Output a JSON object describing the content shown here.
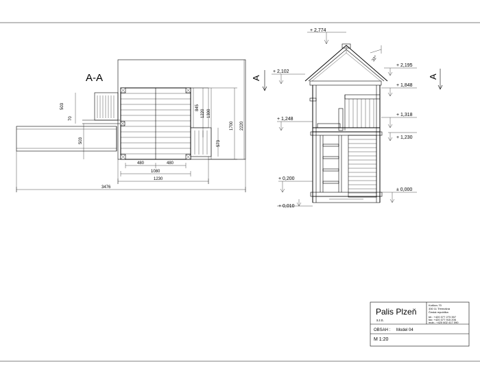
{
  "section_label": "A-A",
  "section_marker": "A",
  "plan_dimensions": {
    "d503_top": "503",
    "d70": "70",
    "d503_bottom": "503",
    "d845": "845",
    "d1220": "1220",
    "d1300": "1300",
    "d1700": "1700",
    "d2220": "2220",
    "d573": "573",
    "d480_left": "480",
    "d480_right": "480",
    "d1080": "1080",
    "d1230": "1230",
    "d3476": "3476"
  },
  "elevation_levels": {
    "l2774": "+ 2,774",
    "l2102": "+ 2,102",
    "l2195": "+ 2,195",
    "l1848": "+ 1,848",
    "l1248": "+ 1,248",
    "l1318": "+ 1,318",
    "l1230": "+ 1,230",
    "l0200": "+ 0,200",
    "l0000": "± 0,000",
    "l0010": "+ 0,010",
    "roof_angle": "32°"
  },
  "title_block": {
    "company": "Palis Plzeň",
    "company_sub": "s.r.o.",
    "address_lines": [
      "Kotíkov 70",
      "330 11 Třemošná",
      "Česká republika"
    ],
    "contact_lines": [
      "tel.: +420 377 273 357",
      "fax: +420 377 915 206",
      "mob.: +420 602 417 090"
    ],
    "contents_label": "OBSAH :",
    "contents_value": "Model 04",
    "scale": "M 1:20"
  }
}
